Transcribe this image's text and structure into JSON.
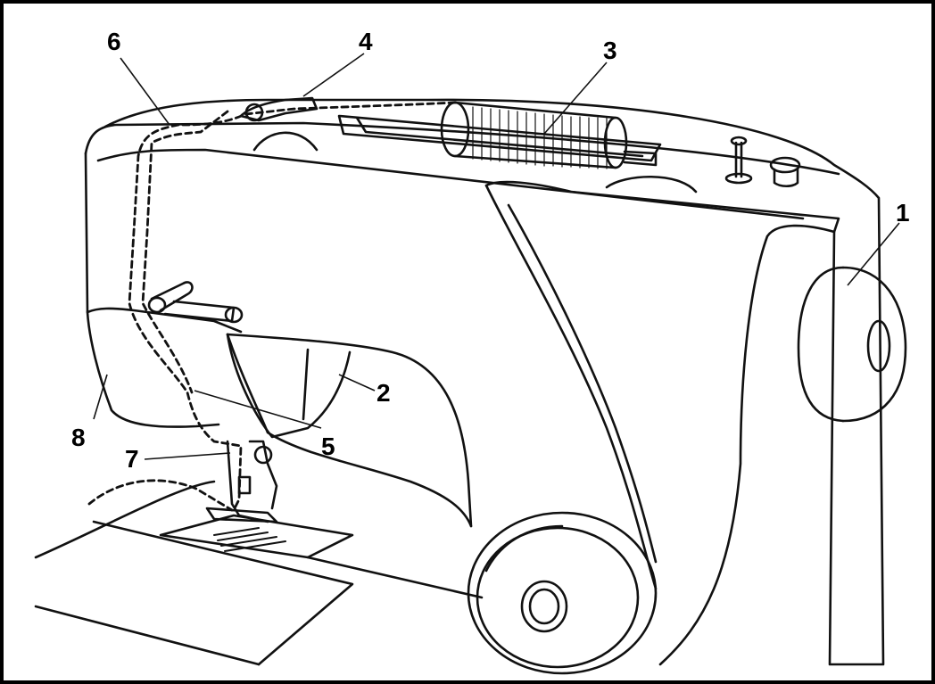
{
  "diagram": {
    "callouts": [
      {
        "id": "1",
        "text": "1"
      },
      {
        "id": "2",
        "text": "2"
      },
      {
        "id": "3",
        "text": "3"
      },
      {
        "id": "4",
        "text": "4"
      },
      {
        "id": "5",
        "text": "5"
      },
      {
        "id": "6",
        "text": "6"
      },
      {
        "id": "7",
        "text": "7"
      },
      {
        "id": "8",
        "text": "8"
      }
    ],
    "colors": {
      "line": "#111111",
      "background": "#ffffff",
      "frame": "#000000"
    }
  }
}
